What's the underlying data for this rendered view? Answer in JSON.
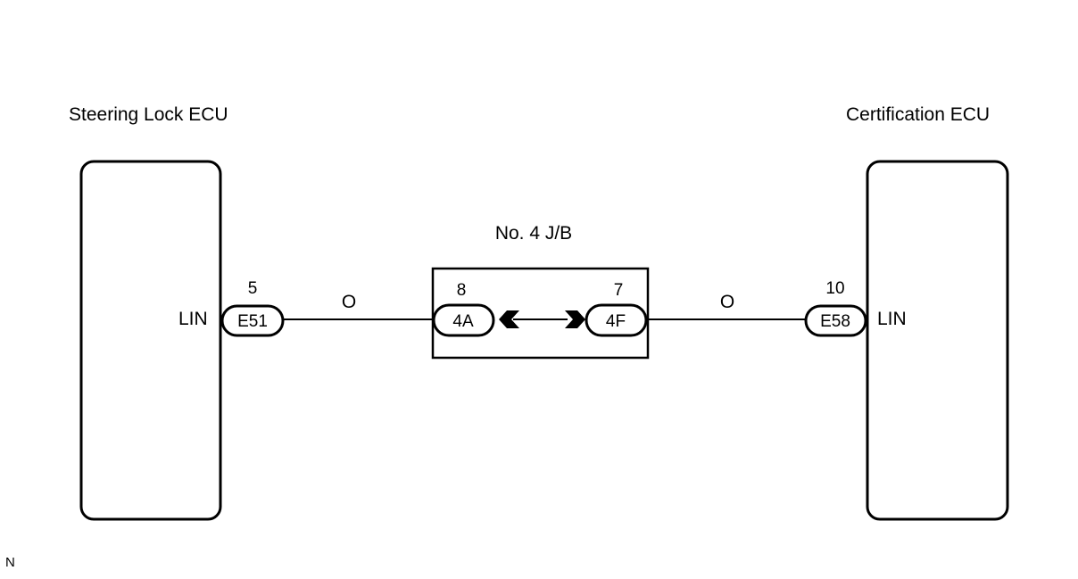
{
  "left_component": {
    "title": "Steering Lock ECU",
    "pin_name": "LIN",
    "connector": "E51",
    "pin_number": "5"
  },
  "right_component": {
    "title": "Certification ECU",
    "pin_name": "LIN",
    "connector": "E58",
    "pin_number": "10"
  },
  "junction_block": {
    "title": "No. 4 J/B",
    "left_connector": "4A",
    "left_pin": "8",
    "right_connector": "4F",
    "right_pin": "7"
  },
  "wires": {
    "left_color": "O",
    "right_color": "O"
  },
  "corner_mark": "N"
}
